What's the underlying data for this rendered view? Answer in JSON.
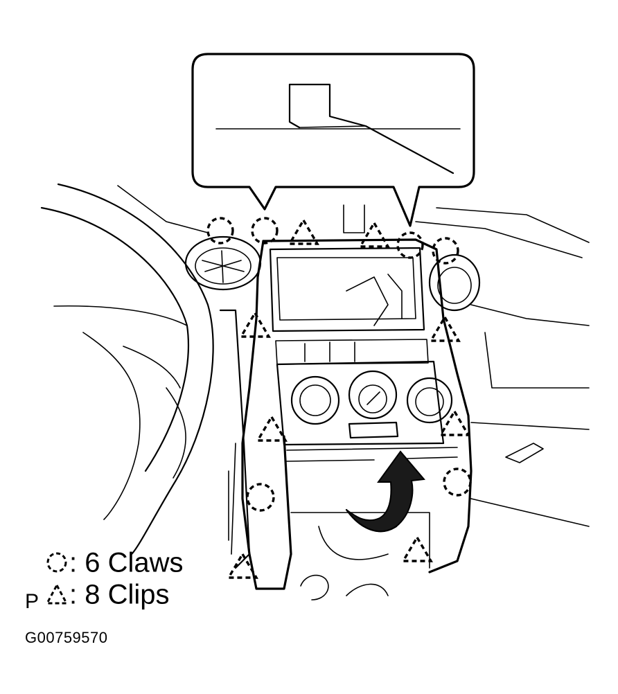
{
  "legend": {
    "claws": {
      "symbol": "dashed-circle-icon",
      "separator": ":",
      "label": "6 Claws"
    },
    "clips": {
      "symbol": "dashed-triangle-icon",
      "separator": ":",
      "label": "8 Clips"
    }
  },
  "corner_letter": "P",
  "figure_code": "G00759570",
  "markers": {
    "claw_count": 6,
    "clip_count": 8
  },
  "colors": {
    "ink": "#000000",
    "background": "#ffffff",
    "arrow_fill": "#1a1a1a"
  }
}
